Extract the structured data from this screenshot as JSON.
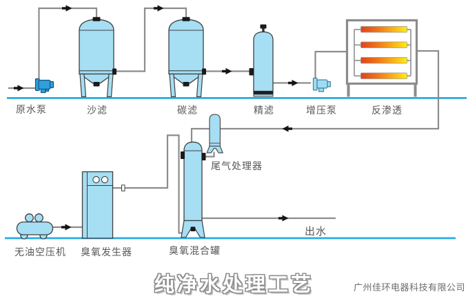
{
  "diagram": {
    "title": "纯净水处理工艺",
    "company": "广州佳环电器科技有限公司",
    "labels": {
      "raw_water_pump": "原水泵",
      "sand_filter": "沙滤",
      "carbon_filter": "碳滤",
      "fine_filter": "精滤",
      "booster_pump": "增压泵",
      "reverse_osmosis": "反渗透",
      "tail_gas_processor": "尾气处理器",
      "oil_free_air_compressor": "无油空压机",
      "ozone_generator": "臭氧发生器",
      "ozone_mixing_tank": "臭氧混合罐",
      "water_outlet": "出水"
    },
    "colors": {
      "tank_fill": "#A6DEF4",
      "raw_pump_fill": "#2F9FDD",
      "booster_pump_fill": "#9EDCF4",
      "pipe_gray": "#8C8C8C",
      "ground_line_cyan": "#2AACE3",
      "fitting_black": "#1a1a1a",
      "membrane_gradient_start": "#E04318",
      "membrane_gradient_end": "#FFEC15",
      "label_text": "#575757",
      "title_fill": "#FFFFFF",
      "title_outline": "#8F8F8F"
    }
  }
}
